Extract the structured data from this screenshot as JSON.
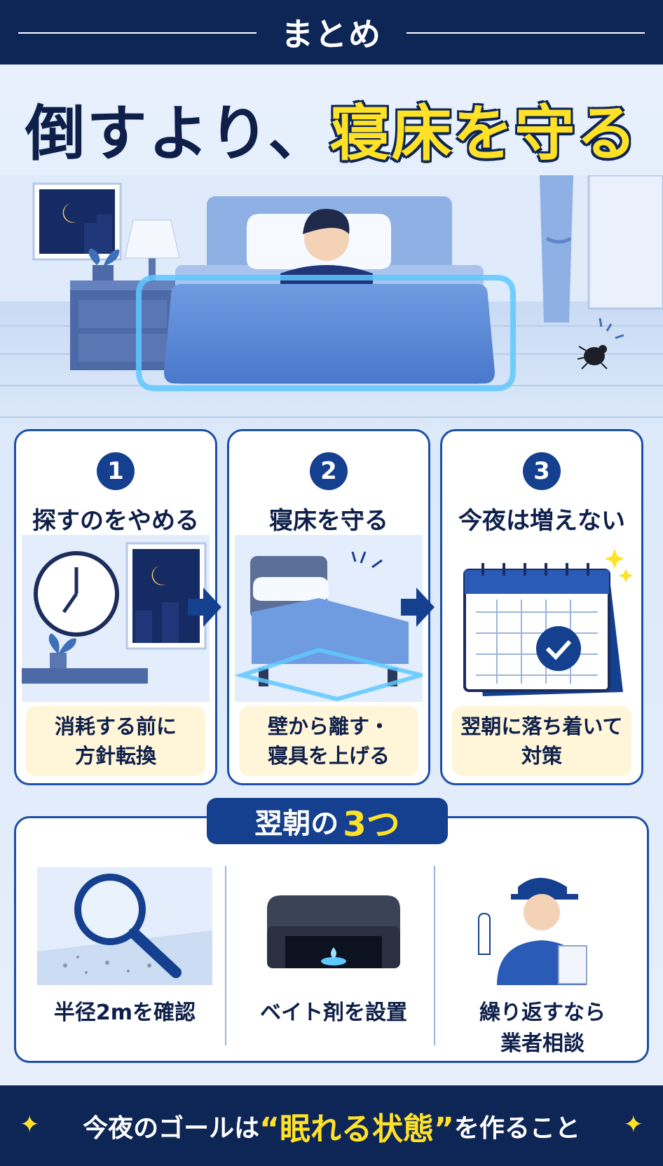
{
  "header": {
    "label": "まとめ"
  },
  "headline": {
    "part1": "倒すより、",
    "part2": "寝床を守る"
  },
  "steps": [
    {
      "number": "1",
      "title": "探すのをやめる",
      "note_line1": "消耗する前に",
      "note_line2": "方針転換"
    },
    {
      "number": "2",
      "title": "寝床を守る",
      "note_line1": "壁から離す・",
      "note_line2": "寝具を上げる"
    },
    {
      "number": "3",
      "title": "今夜は増えない",
      "note_line1": "翌朝に落ち着いて",
      "note_line2": "対策"
    }
  ],
  "morning": {
    "badge_text": "翌朝の",
    "badge_number": "3つ",
    "items": [
      {
        "line1": "半径2mを確認",
        "line2": ""
      },
      {
        "line1": "ベイト剤を設置",
        "line2": ""
      },
      {
        "line1": "繰り返すなら",
        "line2": "業者相談"
      }
    ]
  },
  "footer": {
    "prefix": "今夜のゴールは",
    "highlight": "“眠れる状態”",
    "suffix": "を作ること"
  },
  "colors": {
    "navy": "#0e2656",
    "accent_blue": "#1c4fa8",
    "yellow": "#ffe227",
    "note_bg": "#fff5d8"
  }
}
